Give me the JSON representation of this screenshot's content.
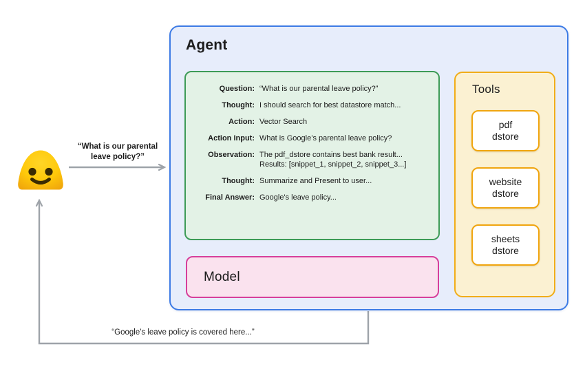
{
  "user": {
    "request_line1": "“What is our parental",
    "request_line2": "leave policy?”",
    "response_text": "“Google's leave policy is covered here...”"
  },
  "agent": {
    "title": "Agent",
    "trace": {
      "rows": [
        {
          "label": "Question:",
          "value": "“What is our parental leave policy?”"
        },
        {
          "label": "Thought:",
          "value": "I should search for best datastore match..."
        },
        {
          "label": "Action:",
          "value": "Vector Search"
        },
        {
          "label": "Action Input:",
          "value": "What is Google’s parental leave policy?"
        },
        {
          "label": "Observation:",
          "value": "The pdf_dstore contains best bank result...",
          "value2": "Results: [snippet_1, snippet_2, snippet_3...]"
        },
        {
          "label": "Thought:",
          "value": "Summarize and Present to user..."
        },
        {
          "label": "Final Answer:",
          "value": "Google's leave policy..."
        }
      ]
    },
    "model": {
      "title": "Model"
    },
    "tools": {
      "title": "Tools",
      "items": [
        {
          "line1": "pdf",
          "line2": "dstore"
        },
        {
          "line1": "website",
          "line2": "dstore"
        },
        {
          "line1": "sheets",
          "line2": "dstore"
        }
      ]
    }
  },
  "colors": {
    "agent_fill": "#E7EDFB",
    "agent_border": "#3D7BE5",
    "trace_fill": "#E3F2E6",
    "trace_border": "#3D9B57",
    "tools_fill": "#FBF1D2",
    "tools_border": "#F1AD18",
    "tool_item_border": "#F0A50F",
    "model_fill": "#FAE2EE",
    "model_border": "#D63F9B",
    "arrow_gray": "#9EA3A9",
    "emoji_yellow": "#FFC808",
    "text": "#1C1C1C"
  }
}
